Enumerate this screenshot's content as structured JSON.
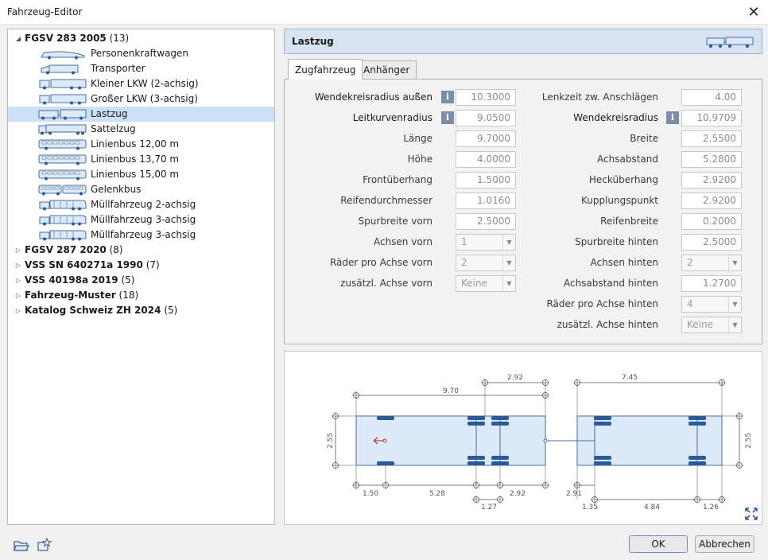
{
  "window": {
    "title": "Fahrzeug-Editor"
  },
  "tree": {
    "groups": [
      {
        "name": "FGSV 283 2005",
        "count": "(13)",
        "expanded": true
      },
      {
        "name": "FGSV 287 2020",
        "count": "(8)",
        "expanded": false
      },
      {
        "name": "VSS SN 640271a 1990",
        "count": "(7)",
        "expanded": false
      },
      {
        "name": "VSS 40198a 2019",
        "count": "(5)",
        "expanded": false
      },
      {
        "name": "Fahrzeug-Muster",
        "count": "(18)",
        "expanded": false
      },
      {
        "name": "Katalog Schweiz ZH 2024",
        "count": "(5)",
        "expanded": false
      }
    ],
    "vehicles": [
      {
        "label": "Personenkraftwagen",
        "icon": "car-icon"
      },
      {
        "label": "Transporter",
        "icon": "van-icon"
      },
      {
        "label": "Kleiner LKW (2-achsig)",
        "icon": "truck-icon"
      },
      {
        "label": "Großer LKW (3-achsig)",
        "icon": "truck-icon"
      },
      {
        "label": "Lastzug",
        "icon": "truck-trailer-icon",
        "selected": true
      },
      {
        "label": "Sattelzug",
        "icon": "semi-trailer-icon"
      },
      {
        "label": "Linienbus 12,00 m",
        "icon": "bus-icon"
      },
      {
        "label": "Linienbus 13,70 m",
        "icon": "bus-icon"
      },
      {
        "label": "Linienbus 15,00 m",
        "icon": "bus-icon"
      },
      {
        "label": "Gelenkbus",
        "icon": "articulated-bus-icon"
      },
      {
        "label": "Müllfahrzeug 2-achsig",
        "icon": "garbage-truck-icon"
      },
      {
        "label": "Müllfahrzeug 3-achsig",
        "icon": "garbage-truck-icon"
      },
      {
        "label": "Müllfahrzeug 3-achsig",
        "icon": "garbage-truck-icon"
      }
    ]
  },
  "detail": {
    "title": "Lastzug",
    "tabs": [
      {
        "label": "Zugfahrzeug",
        "active": true
      },
      {
        "label": "Anhänger",
        "active": false
      }
    ],
    "left_fields": [
      {
        "label": "Wendekreisradius außen",
        "value": "10.3000",
        "type": "text",
        "info": true
      },
      {
        "label": "Leitkurvenradius",
        "value": "9.0500",
        "type": "text",
        "info": true
      },
      {
        "label": "Länge",
        "value": "9.7000",
        "type": "text"
      },
      {
        "label": "Höhe",
        "value": "4.0000",
        "type": "text"
      },
      {
        "label": "Frontüberhang",
        "value": "1.5000",
        "type": "text"
      },
      {
        "label": "Reifendurchmesser",
        "value": "1.0160",
        "type": "text"
      },
      {
        "label": "Spurbreite vorn",
        "value": "2.5000",
        "type": "text"
      },
      {
        "label": "Achsen vorn",
        "value": "1",
        "type": "select"
      },
      {
        "label": "Räder pro Achse vorn",
        "value": "2",
        "type": "select"
      },
      {
        "label": "zusätzl. Achse vorn",
        "value": "Keine",
        "type": "select"
      }
    ],
    "right_fields": [
      {
        "label": "Lenkzeit zw. Anschlägen",
        "value": "4.00",
        "type": "text"
      },
      {
        "label": "Wendekreisradius",
        "value": "10.9709",
        "type": "text",
        "info": true
      },
      {
        "label": "Breite",
        "value": "2.5500",
        "type": "text"
      },
      {
        "label": "Achsabstand",
        "value": "5.2800",
        "type": "text"
      },
      {
        "label": "Hecküberhang",
        "value": "2.9200",
        "type": "text"
      },
      {
        "label": "Kupplungspunkt",
        "value": "2.9200",
        "type": "text"
      },
      {
        "label": "Reifenbreite",
        "value": "0.2000",
        "type": "text"
      },
      {
        "label": "Spurbreite hinten",
        "value": "2.5000",
        "type": "text"
      },
      {
        "label": "Achsen hinten",
        "value": "2",
        "type": "select"
      },
      {
        "label": "Achsabstand hinten",
        "value": "1.2700",
        "type": "text"
      },
      {
        "label": "Räder pro Achse hinten",
        "value": "4",
        "type": "select"
      },
      {
        "label": "zusätzl. Achse hinten",
        "value": "Keine",
        "type": "select"
      }
    ]
  },
  "diagram": {
    "dims": {
      "truck_length": "9.70",
      "coupling": "2.92",
      "trailer_length": "7.45",
      "width_left": "2.55",
      "width_right": "2.55",
      "front_overhang": "1.50",
      "wheelbase": "5.28",
      "rear_overhang": "2.92",
      "rear_axle_spacing": "1.27",
      "drawbar": "2.91",
      "trailer_front": "1.35",
      "trailer_wheelbase": "4.84",
      "trailer_rear": "1.26"
    },
    "colors": {
      "body_fill": "#dbe9f8",
      "body_stroke": "#4a6d9a",
      "tire": "#2a5a9a",
      "dim": "#555555",
      "arrow": "#c0392b"
    }
  },
  "footer": {
    "ok_label": "OK",
    "cancel_label": "Abbrechen"
  }
}
